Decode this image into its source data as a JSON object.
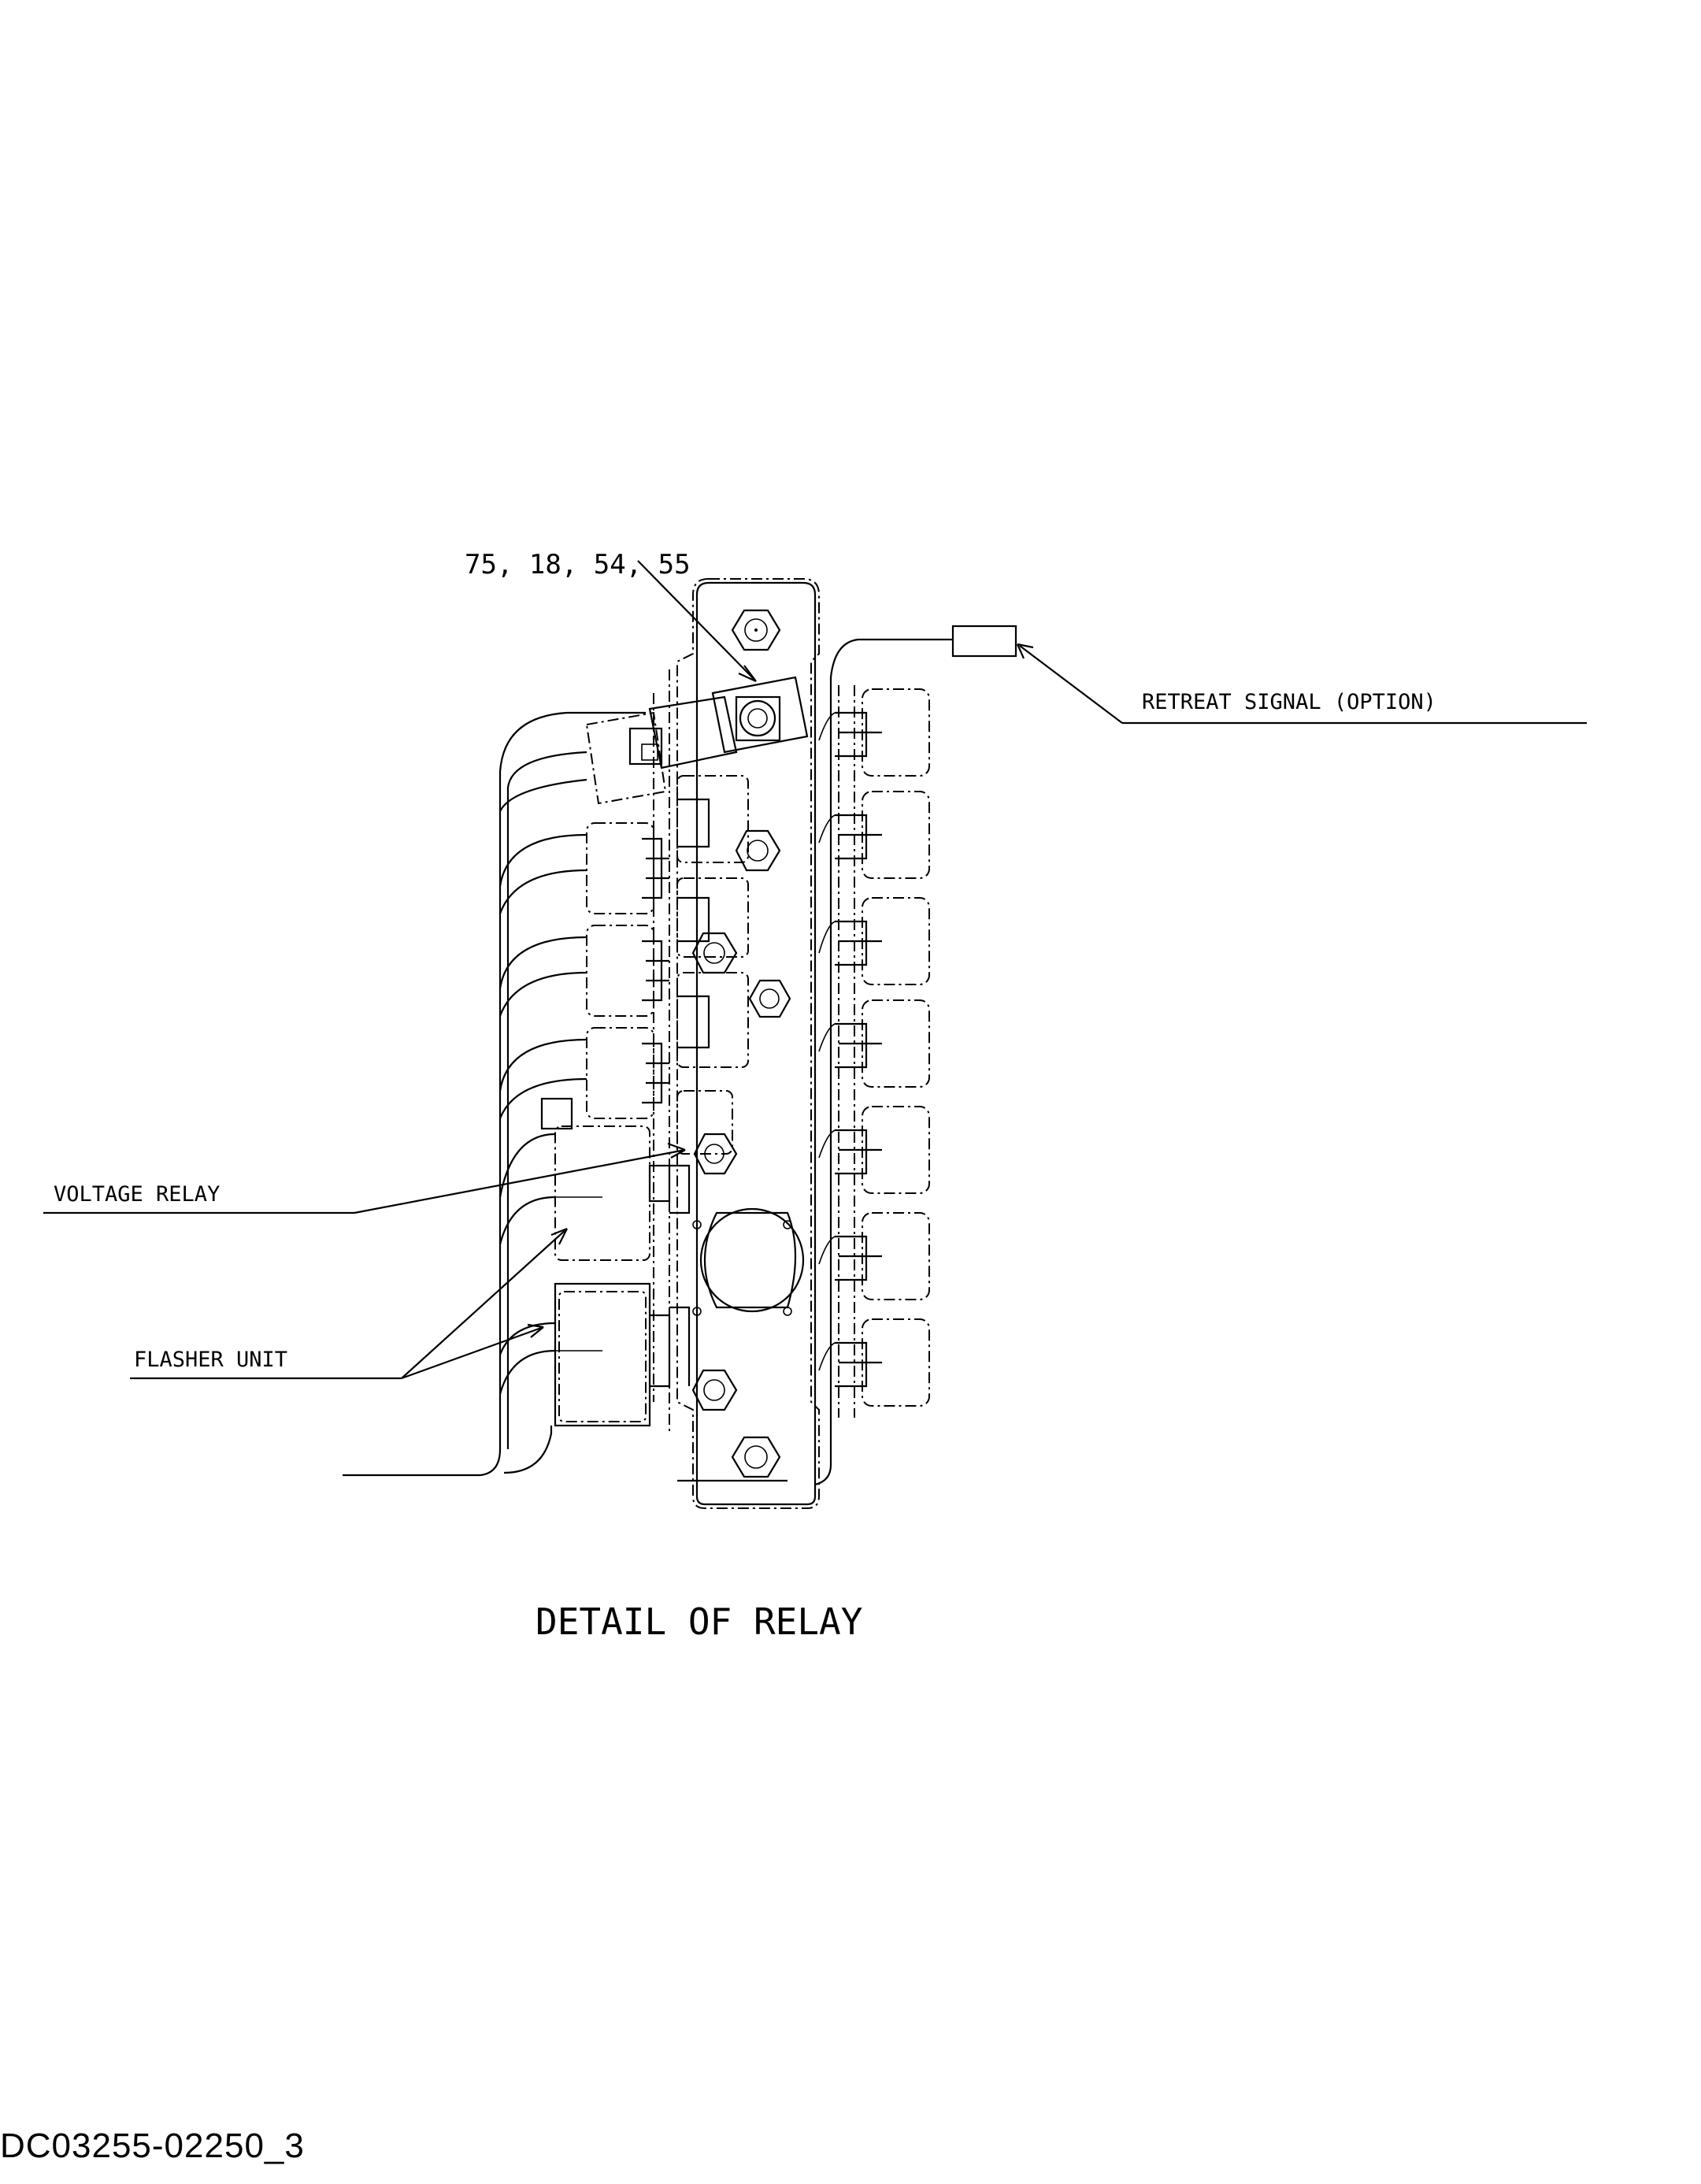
{
  "labels": {
    "part_numbers": "75, 18, 54, 55",
    "retreat_signal": "RETREAT SIGNAL (OPTION)",
    "voltage_relay": "VOLTAGE RELAY",
    "flasher_unit": "FLASHER UNIT",
    "caption": "DETAIL OF RELAY"
  },
  "document_code": "DC03255-02250_3"
}
